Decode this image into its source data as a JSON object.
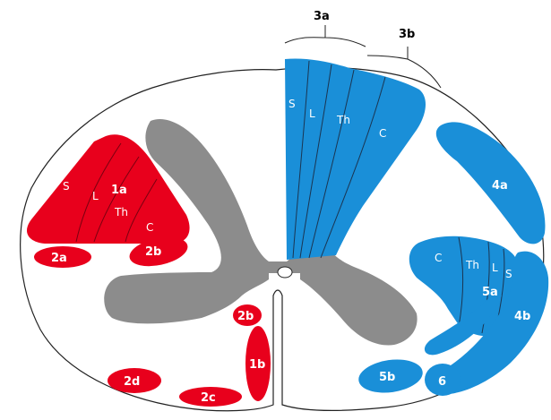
{
  "labels": {
    "l3a": "3a",
    "l3b": "3b",
    "l1a": "1a",
    "l1a_s": "S",
    "l1a_l": "L",
    "l1a_th": "Th",
    "l1a_c": "C",
    "l2a": "2a",
    "l2b_top": "2b",
    "l2b_mid": "2b",
    "l1b": "1b",
    "l2d": "2d",
    "l2c": "2c",
    "l3_s": "S",
    "l3_l": "L",
    "l3_th": "Th",
    "l3_c": "C",
    "l4a": "4a",
    "l5a_c": "C",
    "l5a_th": "Th",
    "l5a_l": "L",
    "l5a_s": "S",
    "l5a": "5a",
    "l4b": "4b",
    "l5b": "5b",
    "l6": "6"
  },
  "colors": {
    "red": "#e8001c",
    "blue": "#1a8fd8",
    "gray": "#8c8c8c",
    "white": "#ffffff"
  }
}
